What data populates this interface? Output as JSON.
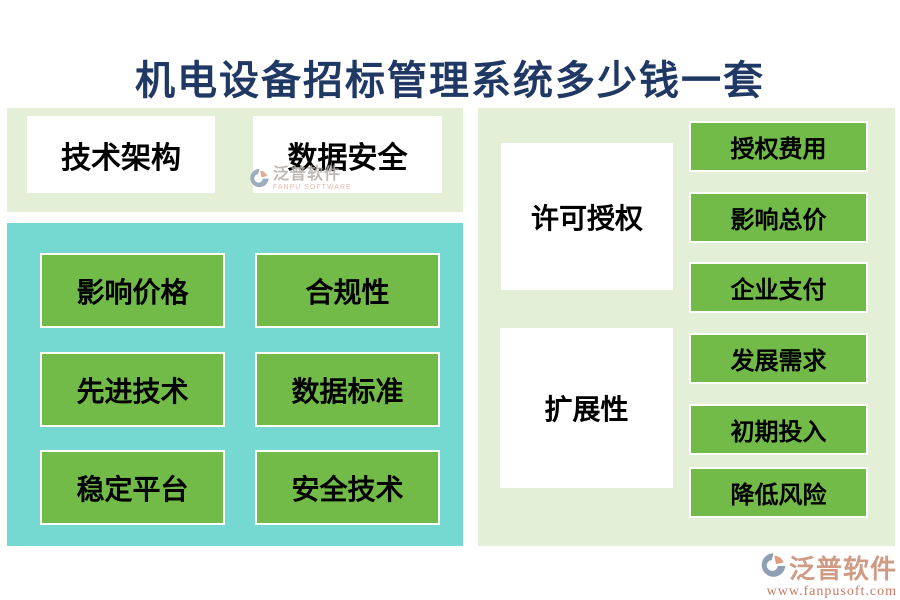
{
  "title": "机电设备招标管理系统多少钱一套",
  "left_section": {
    "header_items": [
      "技术架构",
      "数据安全"
    ],
    "grid_items": [
      "影响价格",
      "合规性",
      "先进技术",
      "数据标准",
      "稳定平台",
      "安全技术"
    ]
  },
  "right_section": {
    "groups": [
      {
        "label": "许可授权",
        "items": [
          "授权费用",
          "影响总价",
          "企业支付"
        ]
      },
      {
        "label": "扩展性",
        "items": [
          "发展需求",
          "初期投入",
          "降低风险"
        ]
      }
    ]
  },
  "watermark": {
    "brand": "泛普软件",
    "brand_sub": "FANPU SOFTWARE"
  },
  "footer_logo": {
    "brand": "泛普软件",
    "url": "www.fanpusoft.com"
  },
  "colors": {
    "title_navy": "#1f3864",
    "panel_light_green": "#e3efd7",
    "panel_teal": "#75d9d1",
    "button_green": "#72bb49",
    "button_border": "#ffffff",
    "logo_gray_blue": "#8fa0b4",
    "logo_salmon": "#df9c82",
    "footer_brand_text": "#cf9b84",
    "footer_url_text": "#c87a64",
    "watermark_text": "#b3ada7"
  }
}
